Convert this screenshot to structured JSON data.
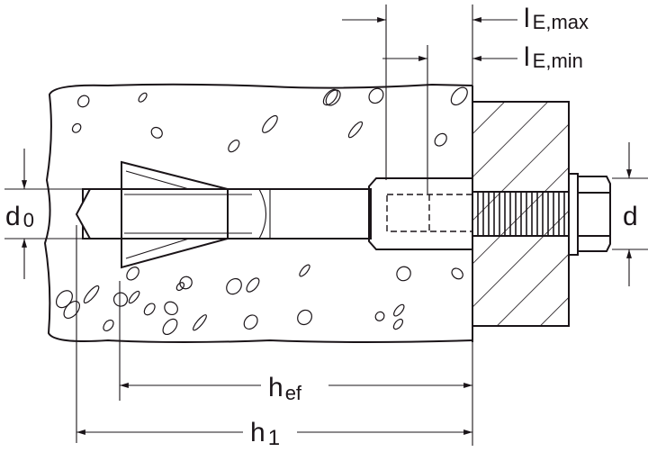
{
  "title": "Anchor installation dimensions",
  "labels": {
    "d0_main": "d",
    "d0_sub": "0",
    "d": "d",
    "hef_main": "h",
    "hef_sub": "ef",
    "h1_main": "h",
    "h1_sub": "1",
    "lemax_main": "l",
    "lemax_sub": "E,max",
    "lemin_main": "l",
    "lemin_sub": "E,min"
  },
  "colors": {
    "line": "#1a1418",
    "background": "#ffffff"
  }
}
